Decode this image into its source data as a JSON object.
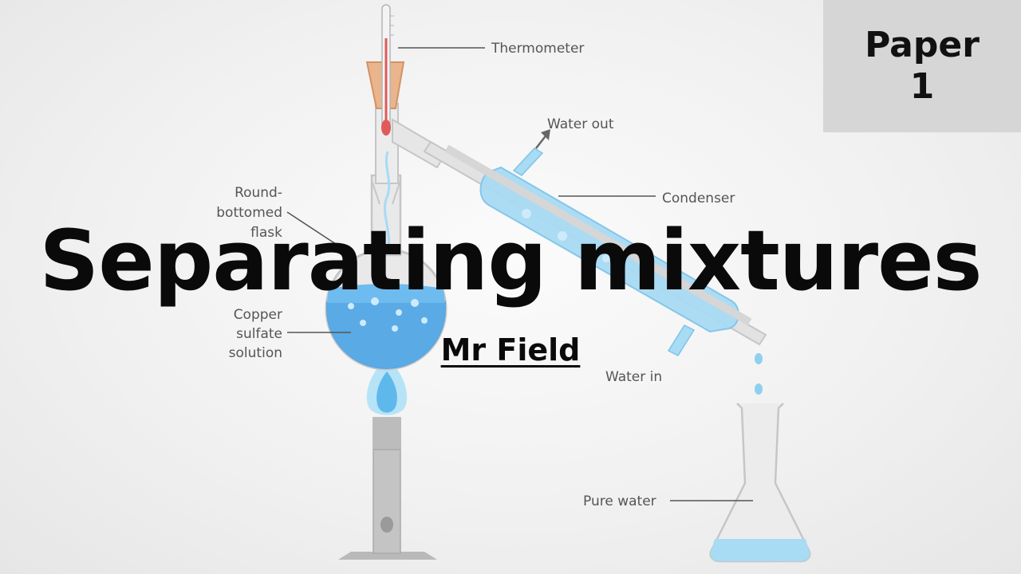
{
  "badge": {
    "line1": "Paper",
    "line2": "1"
  },
  "title": "Separating mixtures",
  "author": "Mr Field",
  "labels": {
    "thermometer": "Thermometer",
    "water_out": "Water out",
    "condenser": "Condenser",
    "flask_1": "Round-",
    "flask_2": "bottomed",
    "flask_3": "flask",
    "solution_1": "Copper",
    "solution_2": "sulfate",
    "solution_3": "solution",
    "water_in": "Water in",
    "pure_water": "Pure water"
  },
  "colors": {
    "glass": "#e4e4e4",
    "glass_edge": "#c6c6c6",
    "water_blue": "#a8dbf4",
    "solution_blue": "#4aa3e6",
    "stopper": "#eab48c",
    "mercury": "#e05a5a",
    "flame": "#8fd0f0",
    "burner": "#b9b9b9"
  }
}
